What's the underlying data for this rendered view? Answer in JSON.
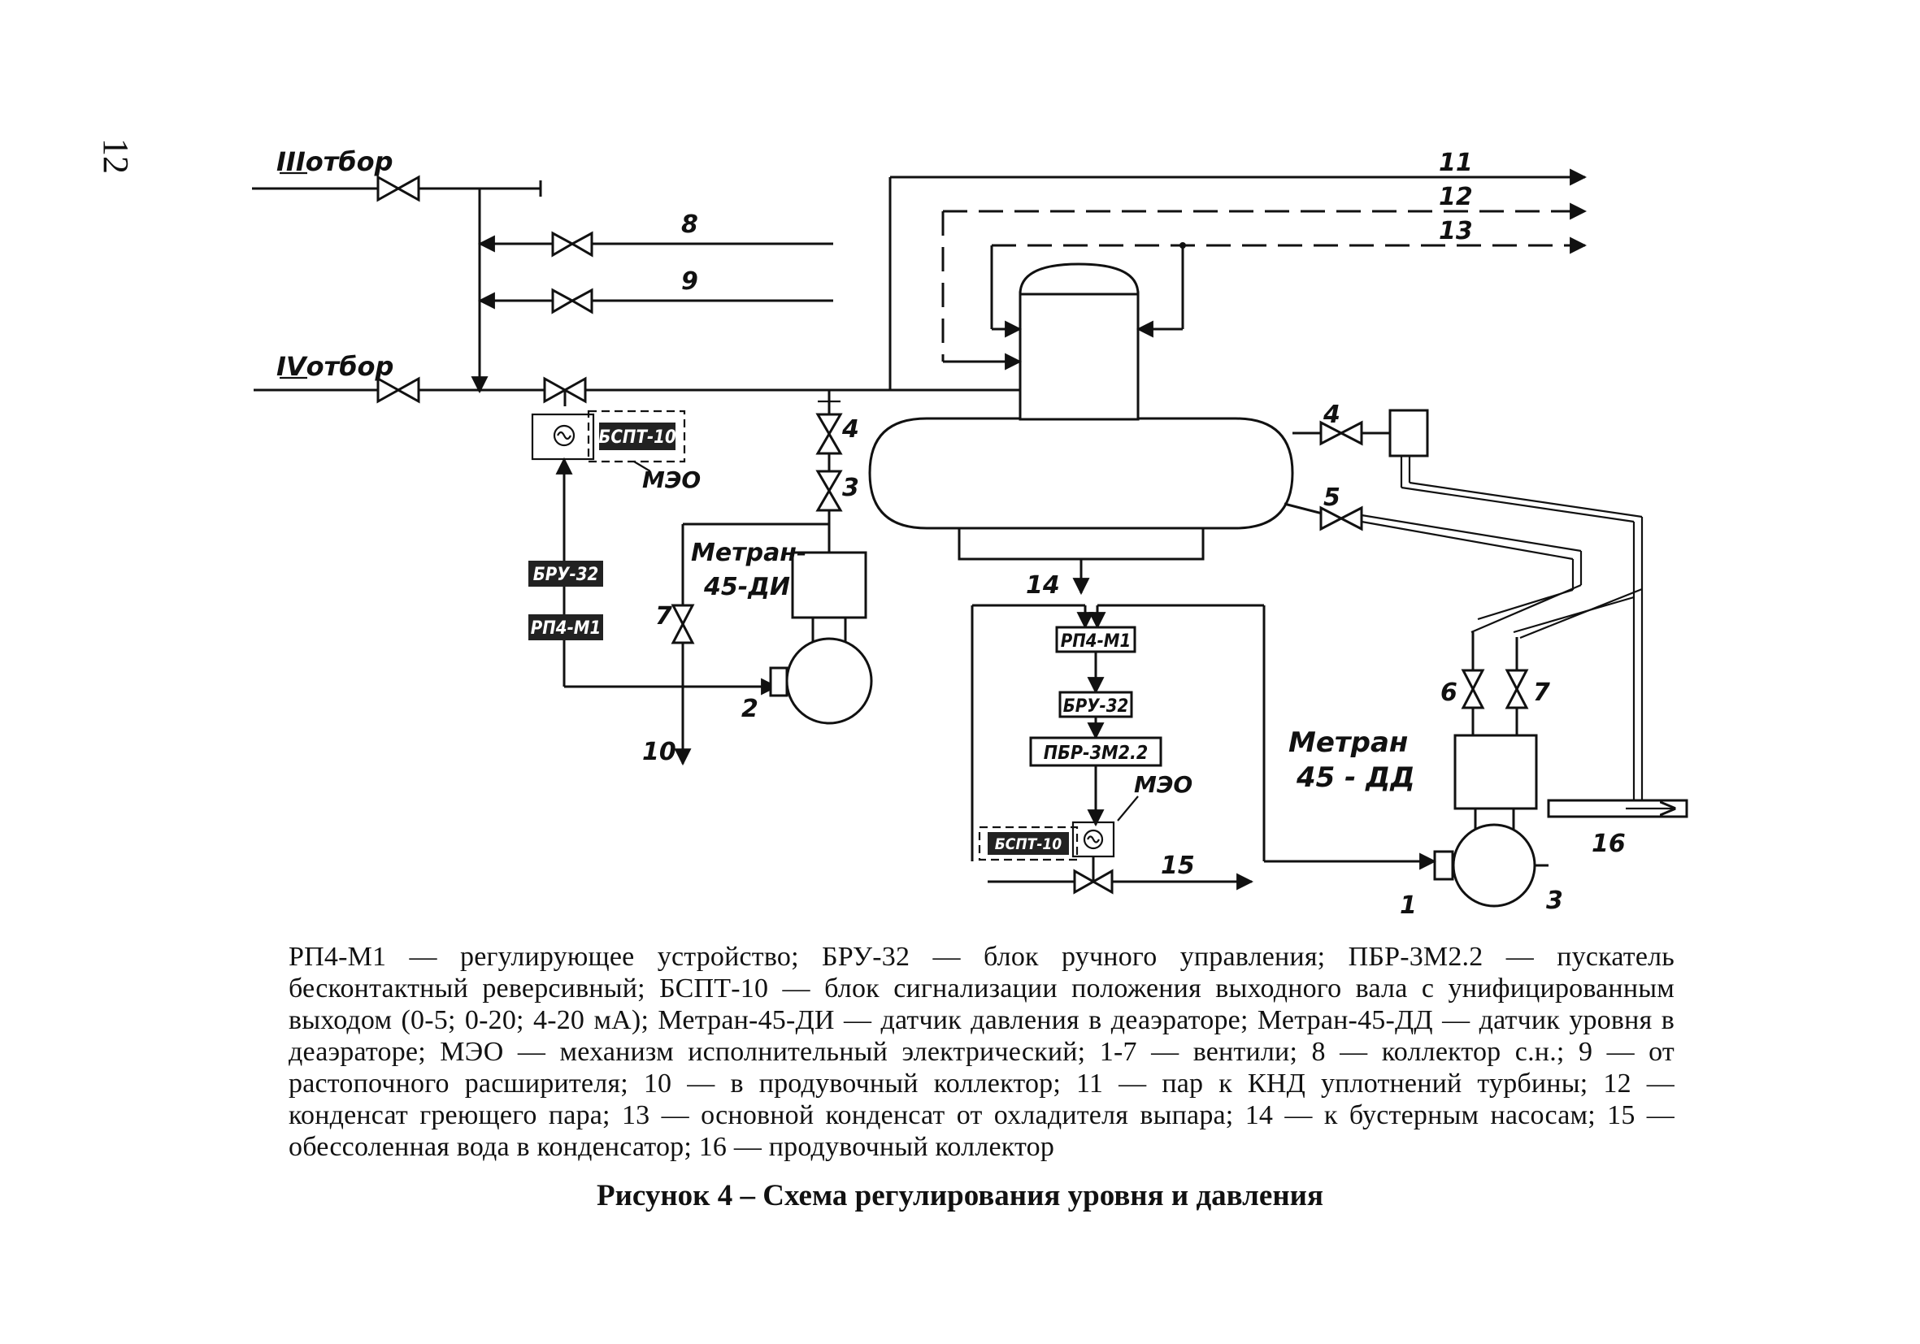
{
  "page_number": "12",
  "labels": {
    "otbor3": "IIIотбор",
    "otbor4": "IVотбор",
    "n1": "1",
    "n2": "2",
    "n3a": "3",
    "n3b": "3",
    "n4a": "4",
    "n4b": "4",
    "n5": "5",
    "n6": "6",
    "n7a": "7",
    "n7b": "7",
    "n8": "8",
    "n9": "9",
    "n10": "10",
    "n11": "11",
    "n12": "12",
    "n13": "13",
    "n14": "14",
    "n15": "15",
    "n16": "16",
    "meo1": "МЭО",
    "meo2": "МЭО",
    "metran_di_1": "Метран-",
    "metran_di_2": "45-ДИ",
    "metran_dd_1": "Метран",
    "metran_dd_2": "45 - ДД"
  },
  "blocks": {
    "bspt_left": "БСПТ-10",
    "bru_left": "БРУ-32",
    "rp4_left": "РП4-М1",
    "rp4_center": "РП4-М1",
    "bru_center": "БРУ-32",
    "pbr_center": "ПБР-3М2.2",
    "bspt_center": "БСПТ-10"
  },
  "legend": "РП4-М1 — регулирующее устройство; БРУ-32 — блок ручного управления; ПБР-3М2.2 — пускатель бесконтактный реверсивный; БСПТ-10 — блок сигнализации положения выходного вала с унифицированным выходом (0-5; 0-20; 4-20 мА); Метран-45-ДИ — датчик давления в деаэраторе; Метран-45-ДД — датчик уровня в деаэраторе; МЭО — механизм исполнительный электрический; 1-7 — вентили; 8 — коллектор с.н.; 9 — от растопочного расширителя; 10 — в продувочный коллектор; 11 — пар к КНД уплотнений турбины; 12 — конденсат греющего пара; 13 — основной конденсат от охладителя выпара; 14 — к бустерным насосам; 15 — обессоленная вода в конденсатор; 16 — продувочный коллектор",
  "caption": "Рисунок 4 – Схема регулирования уровня и давления"
}
